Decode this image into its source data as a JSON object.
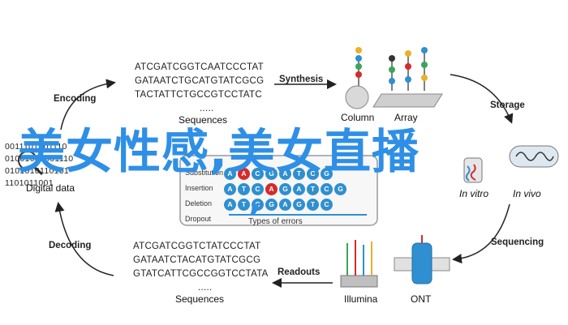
{
  "top_sequences": {
    "lines": [
      "ATCGATCGGTCAATCCCTAT",
      "GATAATCTGCATGTATCGCG",
      "TACTATTCTGCCGTCCTATC",
      "....."
    ],
    "caption": "Sequences"
  },
  "bottom_sequences": {
    "lines": [
      "ATCGATCGGTCTATCCCTAT",
      "GATAATCTACATGTATCGCG",
      "GTATCATTCGCCGGTCCTATA",
      "....."
    ],
    "caption": "Sequences"
  },
  "stages": {
    "encoding": "Encoding",
    "synthesis": "Synthesis",
    "storage": "Storage",
    "sequencing": "Sequencing",
    "readouts": "Readouts",
    "decoding": "Decoding"
  },
  "digital_data": {
    "binary_lines": [
      "0011101001110",
      "01001001001110",
      "0101010110101",
      "1101011001"
    ],
    "label": "Digital data"
  },
  "synthesis_products": {
    "column": "Column",
    "array": "Array"
  },
  "storage_forms": {
    "in_vitro": "In vitro",
    "in_vivo": "In vivo"
  },
  "platforms": {
    "illumina": "Illumina",
    "ont": "ONT"
  },
  "errors": {
    "title": "Types of errors",
    "rows": [
      {
        "name": "Substitution",
        "bases": [
          "A",
          "A",
          "C",
          "G",
          "A",
          "T",
          "C",
          "G"
        ],
        "bad": [
          1
        ]
      },
      {
        "name": "Insertion",
        "bases": [
          "A",
          "T",
          "C",
          "A",
          "G",
          "A",
          "T",
          "C",
          "G"
        ],
        "bad": [
          3
        ]
      },
      {
        "name": "Deletion",
        "bases": [
          "A",
          "T",
          "C",
          "G",
          "A",
          "G",
          "T",
          "C"
        ],
        "bad": []
      },
      {
        "name": "Dropout",
        "bases": [],
        "bad": []
      }
    ]
  },
  "overlay_text": "美女性感,美女直播",
  "overlay_comma": ",",
  "colors": {
    "overlay": "#2f8fe6",
    "base": "#2f8fd0",
    "error": "#d52b2b",
    "arrow": "#222222",
    "panel_border": "#9a9a9a"
  }
}
